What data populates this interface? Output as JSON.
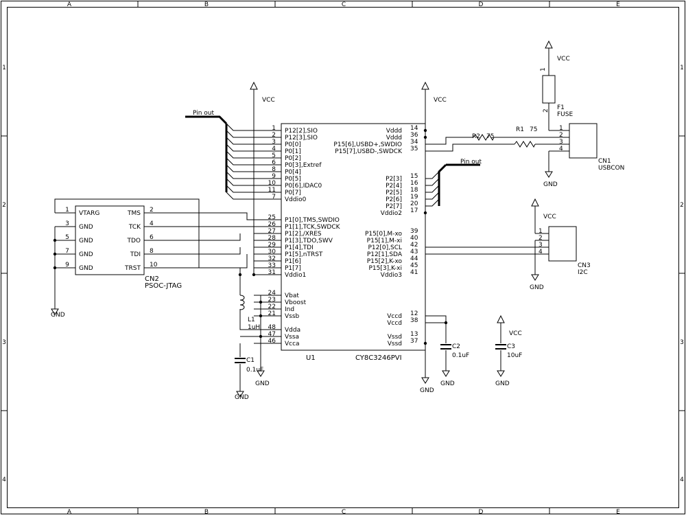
{
  "frame": {
    "col_labels": [
      "A",
      "B",
      "C",
      "D",
      "E"
    ],
    "row_labels": [
      "1",
      "2",
      "3",
      "4"
    ]
  },
  "u1": {
    "ref": "U1",
    "part": "CY8C3246PVI",
    "left_pins": [
      {
        "num": "1",
        "name": "P12[2],SIO"
      },
      {
        "num": "2",
        "name": "P12[3],SIO"
      },
      {
        "num": "3",
        "name": "P0[0]"
      },
      {
        "num": "4",
        "name": "P0[1]"
      },
      {
        "num": "5",
        "name": "P0[2]"
      },
      {
        "num": "6",
        "name": "P0[3],Extref"
      },
      {
        "num": "8",
        "name": "P0[4]"
      },
      {
        "num": "9",
        "name": "P0[5]"
      },
      {
        "num": "10",
        "name": "P0[6],IDAC0"
      },
      {
        "num": "11",
        "name": "P0[7]"
      },
      {
        "num": "7",
        "name": "Vddio0"
      },
      {
        "num": "25",
        "name": "P1[0],TMS,SWDIO"
      },
      {
        "num": "26",
        "name": "P1[1],TCK,SWDCK"
      },
      {
        "num": "27",
        "name": "P1[2],/XRES"
      },
      {
        "num": "28",
        "name": "P1[3],TDO,SWV"
      },
      {
        "num": "29",
        "name": "P1[4],TDI"
      },
      {
        "num": "30",
        "name": "P1[5],nTRST"
      },
      {
        "num": "32",
        "name": "P1[6]"
      },
      {
        "num": "33",
        "name": "P1[7]"
      },
      {
        "num": "31",
        "name": "Vddio1"
      },
      {
        "num": "24",
        "name": "Vbat"
      },
      {
        "num": "23",
        "name": "Vboost"
      },
      {
        "num": "22",
        "name": "Ind"
      },
      {
        "num": "21",
        "name": "Vssb"
      },
      {
        "num": "48",
        "name": "Vdda"
      },
      {
        "num": "47",
        "name": "Vssa"
      },
      {
        "num": "46",
        "name": "Vcca"
      }
    ],
    "right_pins": [
      {
        "num": "14",
        "name": "Vddd"
      },
      {
        "num": "36",
        "name": "Vddd"
      },
      {
        "num": "34",
        "name": "P15[6],USBD+,SWDIO"
      },
      {
        "num": "35",
        "name": "P15[7],USBD-,SWDCK"
      },
      {
        "num": "15",
        "name": "P2[3]"
      },
      {
        "num": "16",
        "name": "P2[4]"
      },
      {
        "num": "18",
        "name": "P2[5]"
      },
      {
        "num": "19",
        "name": "P2[6]"
      },
      {
        "num": "20",
        "name": "P2[7]"
      },
      {
        "num": "17",
        "name": "Vddio2"
      },
      {
        "num": "39",
        "name": "P15[0],M-xo"
      },
      {
        "num": "40",
        "name": "P15[1],M-xi"
      },
      {
        "num": "42",
        "name": "P12[0],SCL"
      },
      {
        "num": "43",
        "name": "P12[1],SDA"
      },
      {
        "num": "44",
        "name": "P15[2],K-xo"
      },
      {
        "num": "45",
        "name": "P15[3],K-xi"
      },
      {
        "num": "41",
        "name": "Vddio3"
      },
      {
        "num": "12",
        "name": "Vccd"
      },
      {
        "num": "38",
        "name": "Vccd"
      },
      {
        "num": "13",
        "name": "Vssd"
      },
      {
        "num": "37",
        "name": "Vssd"
      }
    ]
  },
  "cn2": {
    "ref": "CN2",
    "part": "PSOC-JTAG",
    "left_pins": [
      {
        "num": "1",
        "name": "VTARG"
      },
      {
        "num": "3",
        "name": "GND"
      },
      {
        "num": "5",
        "name": "GND"
      },
      {
        "num": "7",
        "name": "GND"
      },
      {
        "num": "9",
        "name": "GND"
      }
    ],
    "right_pins": [
      {
        "num": "2",
        "name": "TMS"
      },
      {
        "num": "4",
        "name": "TCK"
      },
      {
        "num": "6",
        "name": "TDO"
      },
      {
        "num": "8",
        "name": "TDI"
      },
      {
        "num": "10",
        "name": "TRST"
      }
    ]
  },
  "cn1": {
    "ref": "CN1",
    "part": "USBCON",
    "pins": [
      "1",
      "2",
      "3",
      "4"
    ]
  },
  "cn3": {
    "ref": "CN3",
    "part": "I2C",
    "pins": [
      "1",
      "2",
      "3",
      "4"
    ]
  },
  "f1": {
    "ref": "F1",
    "part": "FUSE",
    "pin_top": "1",
    "pin_bottom": "2"
  },
  "r1": {
    "ref": "R1",
    "value": "75"
  },
  "r2": {
    "ref": "R2",
    "value": "75"
  },
  "l1": {
    "ref": "L1",
    "value": "1uH"
  },
  "c1": {
    "ref": "C1",
    "value": "0.1uF"
  },
  "c2": {
    "ref": "C2",
    "value": "0.1uF"
  },
  "c3": {
    "ref": "C3",
    "value": "10uF"
  },
  "nets": {
    "vcc": "VCC",
    "gnd": "GND",
    "pin_out": "Pin out"
  }
}
